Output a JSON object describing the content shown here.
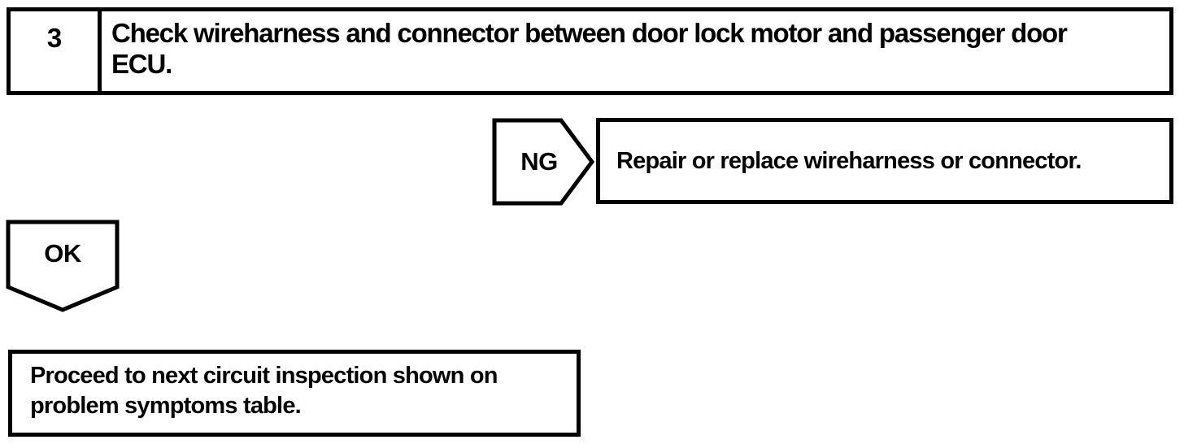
{
  "step": {
    "number": "3",
    "instruction_lines": [
      "Check wireharness and connector between door lock motor and passenger door",
      "ECU."
    ]
  },
  "ng": {
    "label": "NG",
    "action": "Repair or replace wireharness or connector."
  },
  "ok": {
    "label": "OK",
    "action_lines": [
      "Proceed to next circuit inspection shown on",
      "problem symptoms table."
    ]
  },
  "colors": {
    "ink": "#000000",
    "paper": "#ffffff"
  }
}
